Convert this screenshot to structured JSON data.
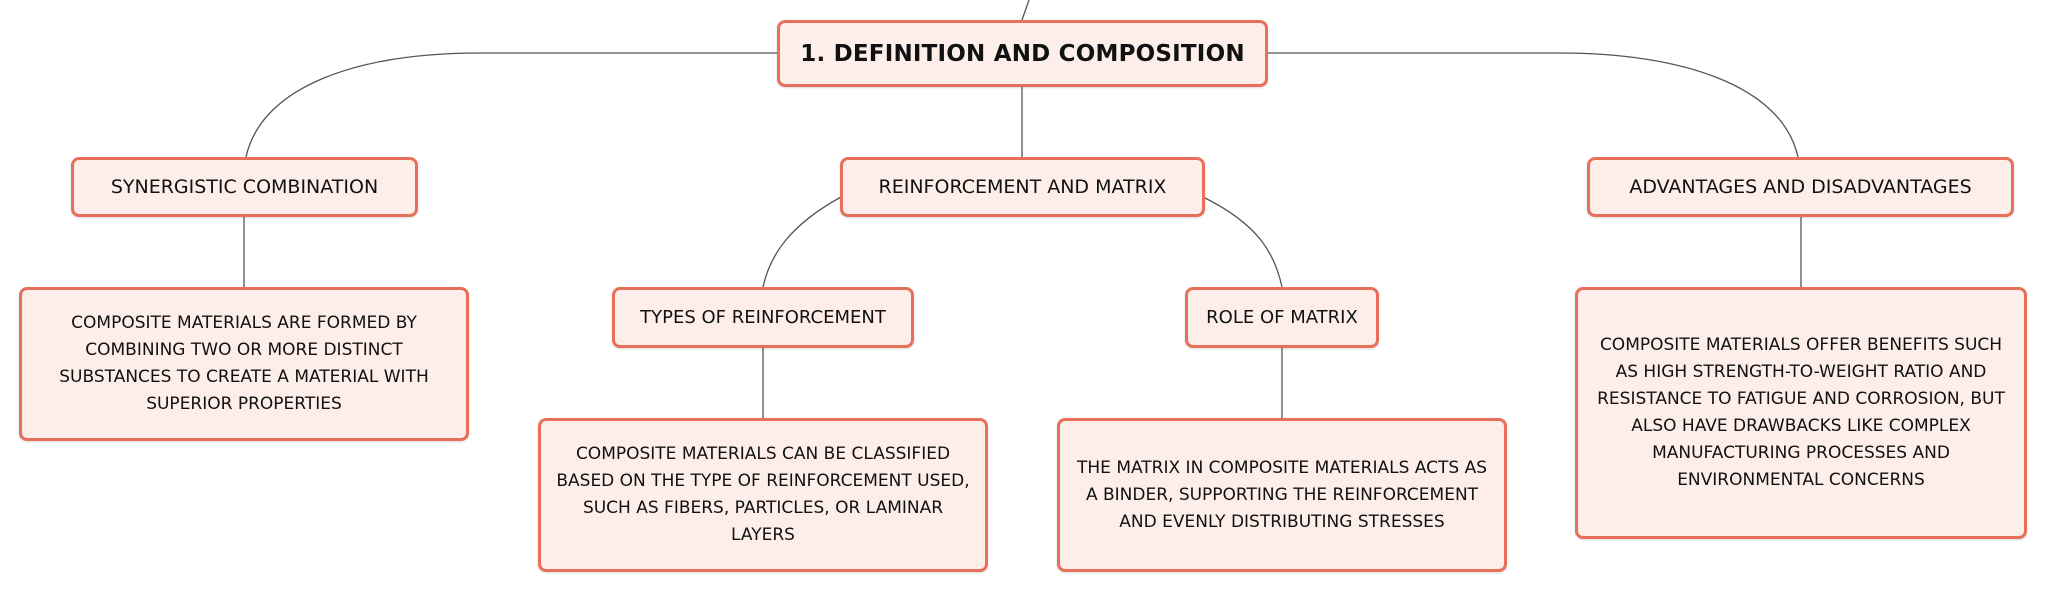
{
  "diagram": {
    "root": {
      "label": "1. DEFINITION AND COMPOSITION"
    },
    "synergy": {
      "label": "SYNERGISTIC COMBINATION",
      "detail": "COMPOSITE MATERIALS ARE FORMED BY COMBINING TWO OR MORE DISTINCT SUBSTANCES TO CREATE A MATERIAL WITH SUPERIOR PROPERTIES"
    },
    "reinforcement_matrix": {
      "label": "REINFORCEMENT AND MATRIX",
      "types": {
        "label": "TYPES OF REINFORCEMENT",
        "detail": "COMPOSITE MATERIALS CAN BE CLASSIFIED BASED ON THE TYPE OF REINFORCEMENT USED, SUCH AS FIBERS, PARTICLES, OR LAMINAR LAYERS"
      },
      "role": {
        "label": "ROLE OF MATRIX",
        "detail": "THE MATRIX IN COMPOSITE MATERIALS ACTS AS A BINDER, SUPPORTING THE REINFORCEMENT AND EVENLY DISTRIBUTING STRESSES"
      }
    },
    "pros_cons": {
      "label": "ADVANTAGES AND DISADVANTAGES",
      "detail": "COMPOSITE MATERIALS OFFER BENEFITS SUCH AS HIGH STRENGTH-TO-WEIGHT RATIO AND RESISTANCE TO FATIGUE AND CORROSION, BUT ALSO HAVE DRAWBACKS LIKE COMPLEX MANUFACTURING PROCESSES AND ENVIRONMENTAL CONCERNS"
    },
    "colors": {
      "node_fill": "#fdeeea",
      "node_border": "#e8705a",
      "connector": "#555555"
    }
  }
}
